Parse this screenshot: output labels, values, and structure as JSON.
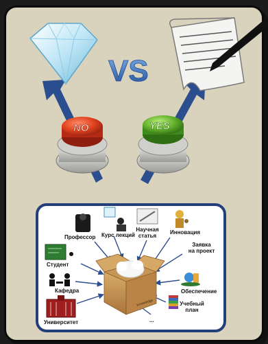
{
  "title": "VS",
  "buttons": {
    "no": "NO",
    "yes": "YES"
  },
  "items": {
    "professor": "Профессор",
    "course": "Курс лекций",
    "article": "Научная\nстатья",
    "innovation": "Инновация",
    "student": "Студент",
    "department": "Кафедра",
    "university": "Университет",
    "project": "Заявка\nна проект",
    "support": "Обеспечение",
    "plan": "Учебный\nплан",
    "ellipsis": "...",
    "box_label": "Knowledge"
  },
  "colors": {
    "card_bg": "#d9d2bd",
    "panel_border": "#233f7a",
    "arrow": "#2b4e8f",
    "no_button": "#d83a1c",
    "yes_button": "#5aa528",
    "vs_text": "#3d6fb8"
  },
  "icons": [
    "diamond-icon",
    "document-pen-icon",
    "box-icon"
  ]
}
